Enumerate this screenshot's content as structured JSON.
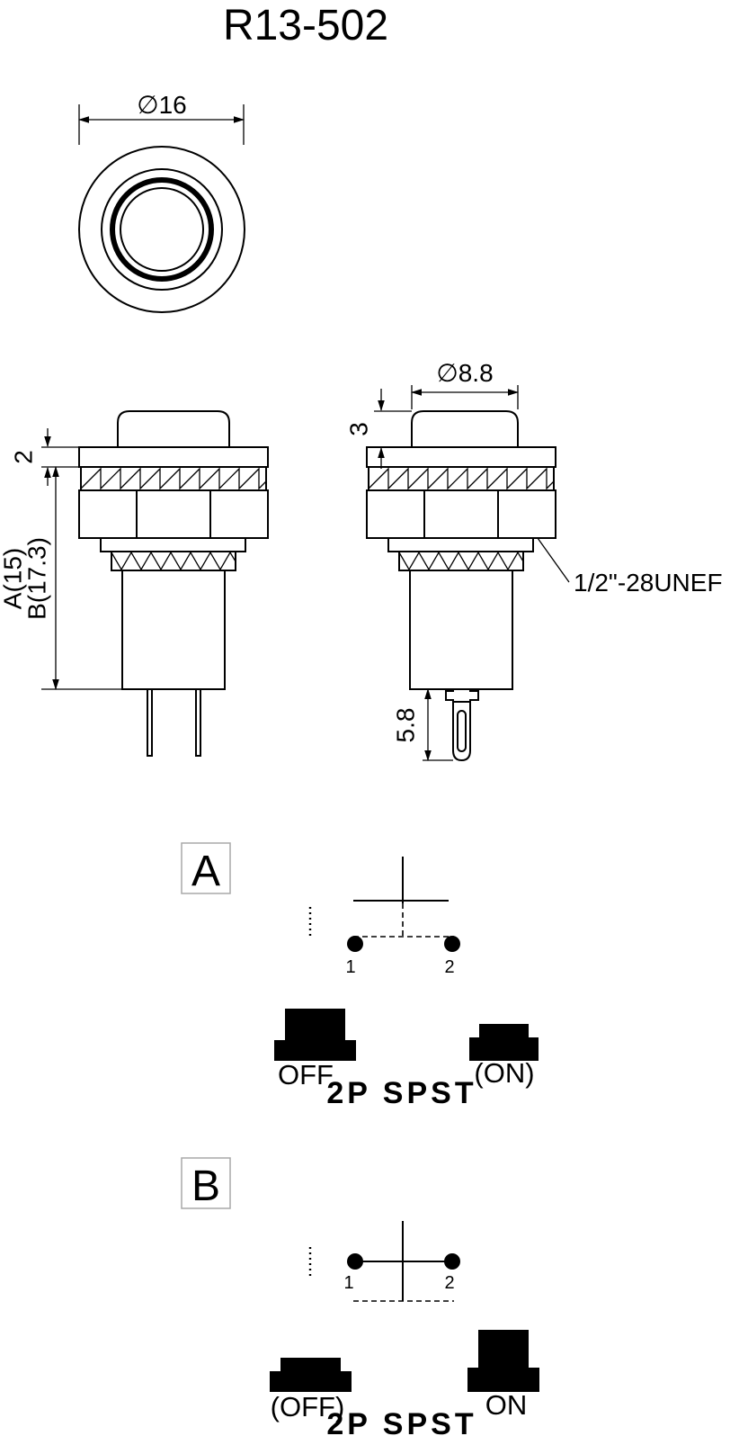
{
  "title": "R13-502",
  "top_view": {
    "diameter": "∅16"
  },
  "front_view": {
    "flange_thickness": "2",
    "dim_a": "A(15)",
    "dim_b": "B(17.3)"
  },
  "side_view": {
    "button_diameter": "∅8.8",
    "button_height": "3",
    "terminal_length": "5.8",
    "thread": "1/2\"-28UNEF"
  },
  "circuit_a": {
    "label": "A",
    "terminal_1": "1",
    "terminal_2": "2",
    "left_state": "OFF",
    "right_state": "(ON)",
    "type": "2P SPST"
  },
  "circuit_b": {
    "label": "B",
    "terminal_1": "1",
    "terminal_2": "2",
    "left_state": "(OFF)",
    "right_state": "ON",
    "type": "2P SPST"
  }
}
